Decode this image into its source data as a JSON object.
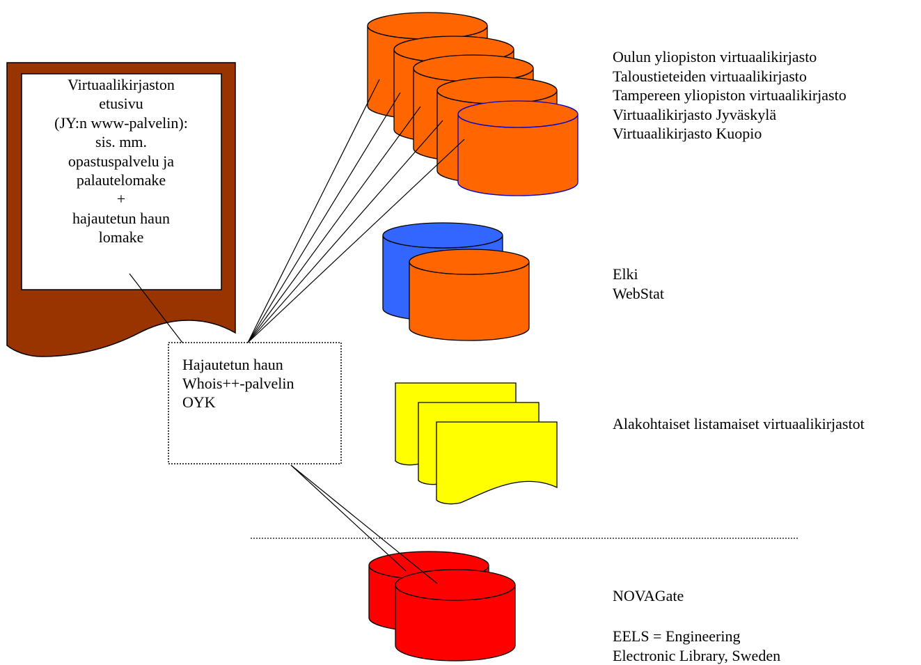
{
  "frontpage_box": {
    "lines": [
      "Virtuaalikirjaston",
      "etusivu",
      "(JY:n www-palvelin):",
      "sis. mm.",
      "opastuspalvelu ja",
      "palautelomake",
      "+",
      "hajautetun haun",
      "lomake"
    ]
  },
  "whois_server": {
    "lines": [
      "Hajautetun haun",
      "Whois++-palvelin",
      "OYK"
    ]
  },
  "virtual_libraries": {
    "lines": [
      "Oulun yliopiston virtuaalikirjasto",
      "Taloustieteiden virtuaalikirjasto",
      "Tampereen yliopiston virtuaalikirjasto",
      "Virtuaalikirjasto Jyväskylä",
      "Virtuaalikirjasto Kuopio"
    ]
  },
  "stat_services": {
    "lines": [
      "Elki",
      "WebStat"
    ]
  },
  "subject_lists": {
    "label": "Alakohtaiset listamaiset virtuaalikirjastot"
  },
  "external_services": {
    "novagate": "NOVAGate",
    "eels_lines": [
      "EELS = Engineering",
      "Electronic Library, Sweden"
    ]
  },
  "colors": {
    "document_frame": "#993300",
    "orange_db": "#ff6600",
    "blue_db": "#3366ff",
    "red_db": "#ff0000",
    "yellow_page": "#ffff00",
    "highlight_outline": "#0000cc"
  },
  "icons": {
    "document": "document-icon",
    "database": "database-cylinder-icon",
    "pages": "page-stack-icon"
  }
}
